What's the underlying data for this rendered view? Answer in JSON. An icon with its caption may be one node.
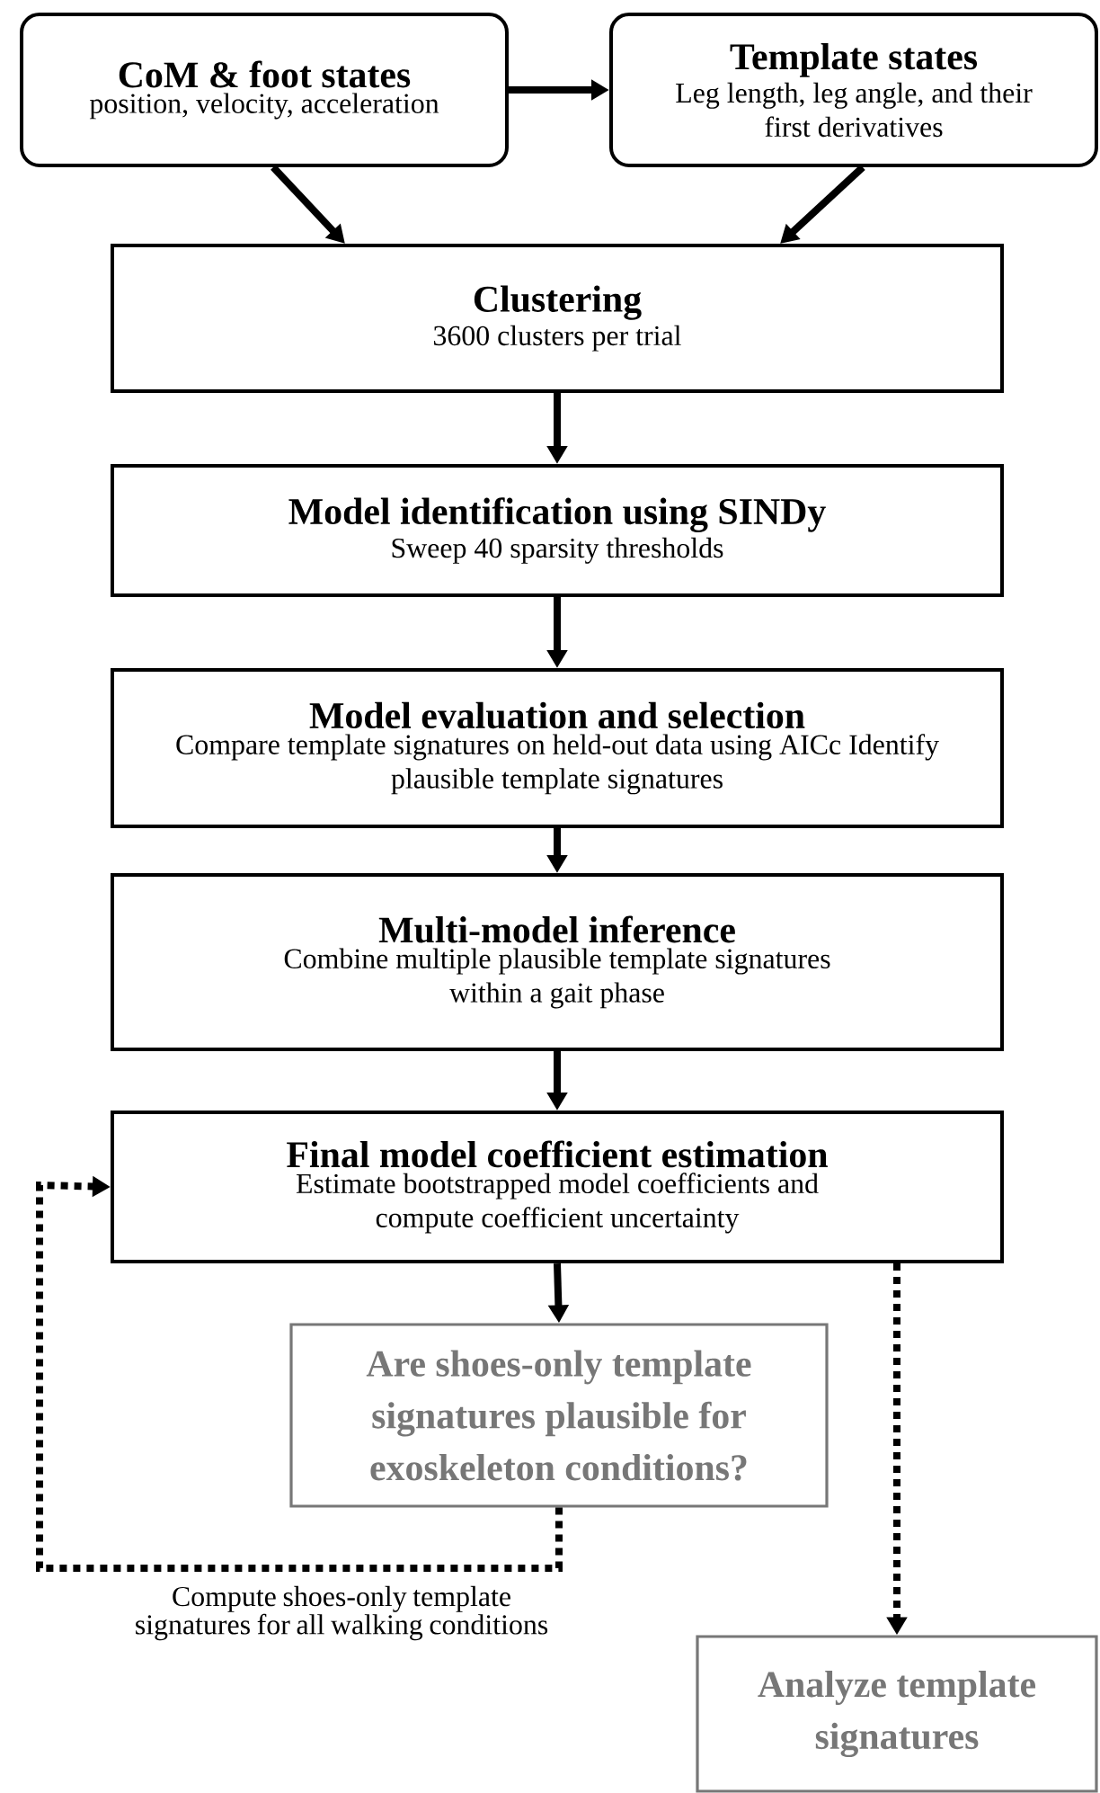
{
  "diagram": {
    "nodes": [
      {
        "text": [
          "CoM & foot states",
          "position, velocity, acceleration"
        ]
      },
      {
        "text": [
          "Template states",
          "Leg length, leg angle, and their first derivatives"
        ]
      },
      {
        "text": [
          "Clustering",
          "3600 clusters per trial"
        ]
      },
      {
        "text": [
          "Model identification using SINDy",
          "Sweep 40 sparsity thresholds"
        ]
      },
      {
        "text": [
          "Model evaluation and selection",
          "Compare template signatures on held-out data using AICc Identify plausible template signatures"
        ]
      },
      {
        "text": [
          "Multi-model inference",
          "Combine multiple plausible template signatures within a gait phase"
        ]
      },
      {
        "text": [
          "Final model coefficient estimation",
          "Estimate bootstrapped model coefficients and compute coefficient uncertainty"
        ]
      },
      {
        "text": [
          "Are shoes-only template signatures plausible for exoskeleton conditions?"
        ]
      },
      {
        "text": [
          "Analyze template signatures"
        ]
      }
    ],
    "edges": [
      {
        "from": 0,
        "to": 1,
        "arrow": "to"
      },
      {
        "from": 0,
        "to": 2,
        "arrow": "to"
      },
      {
        "from": 1,
        "to": 2,
        "arrow": "to"
      },
      {
        "from": 2,
        "to": 3,
        "arrow": "to"
      },
      {
        "from": 3,
        "to": 4,
        "arrow": "to"
      },
      {
        "from": 4,
        "to": 5,
        "arrow": "to"
      },
      {
        "from": 5,
        "to": 6,
        "arrow": "to"
      },
      {
        "from": 6,
        "to": 7,
        "arrow": "to"
      },
      {
        "from": 7,
        "to": 6,
        "arrow": "to",
        "style": "dashed",
        "label": "Compute shoes-only template signatures for all walking conditions"
      },
      {
        "from": 6,
        "to": 8,
        "arrow": "to",
        "style": "dashed"
      }
    ]
  }
}
